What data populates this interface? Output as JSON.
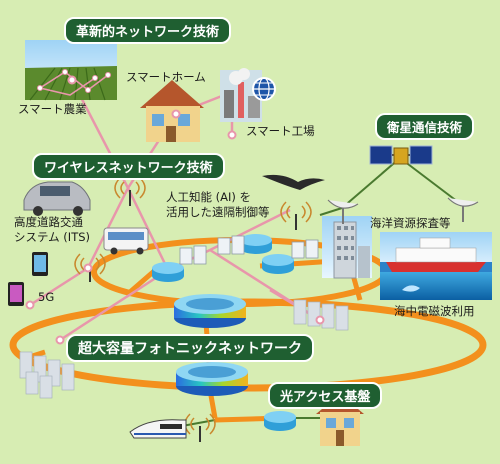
{
  "categories": {
    "innovative_network": "革新的ネットワーク技術",
    "wireless_network": "ワイヤレスネットワーク技術",
    "satellite_comm": "衛星通信技術",
    "photonic_network": "超大容量フォトニックネットワーク",
    "optical_access": "光アクセス基盤"
  },
  "labels": {
    "smart_agriculture": "スマート農業",
    "smart_home": "スマートホーム",
    "smart_factory": "スマート工場",
    "its": "高度道路交通\nシステム (ITS)",
    "ai_remote_control": "人工知能 (AI) を\n活用した遠隔制御等",
    "ocean_resource": "海洋資源探査等",
    "fiveg": "5G",
    "underwater_em": "海中電磁波利用"
  },
  "icons": {
    "satellite": "satellite-icon",
    "antenna": "radio-tower-icon",
    "router": "router-icon",
    "server": "server-rack-icon",
    "globe": "globe-icon",
    "bird": "bird-icon"
  },
  "colors": {
    "background": "#d7edb3",
    "badge": "#1f5f31",
    "network_ring": "#f3901d",
    "link_pink": "#e896ab",
    "link_green": "#4a7a2f"
  }
}
